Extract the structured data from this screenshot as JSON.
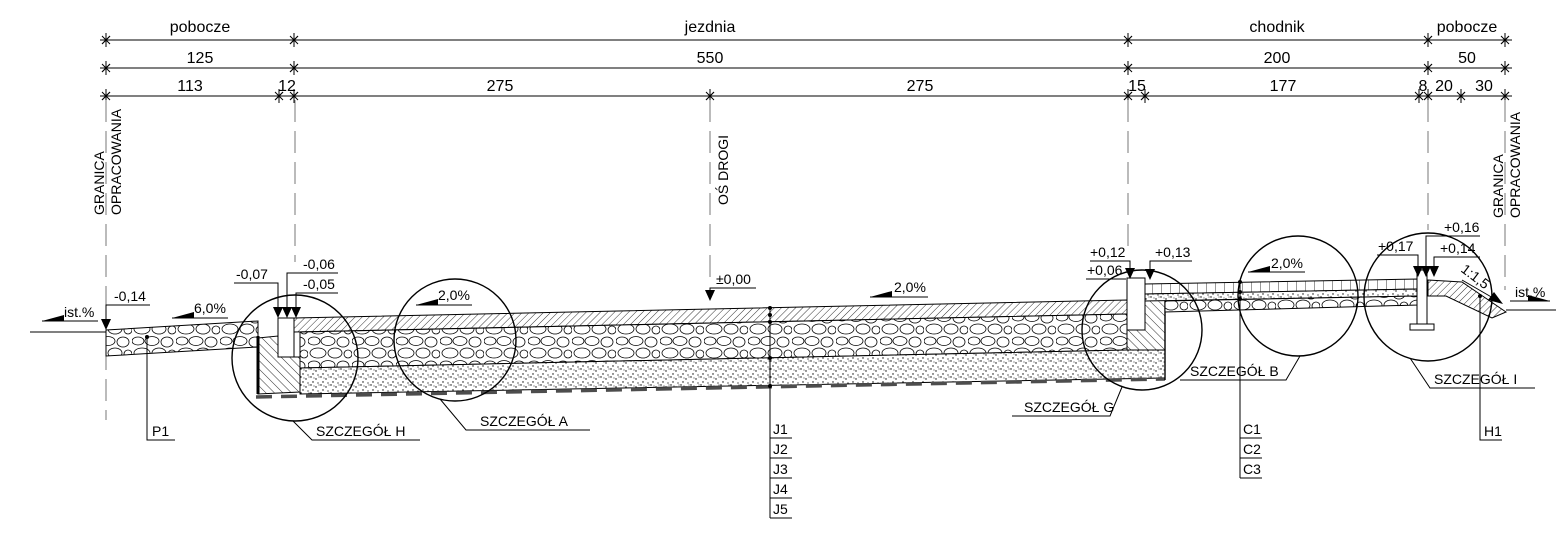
{
  "colors": {
    "lines": "#000000",
    "axis_dashes": "#777777",
    "geotextile": "#4d4d4d"
  },
  "sections": [
    "pobocze",
    "jezdnia",
    "chodnik",
    "pobocze"
  ],
  "dims_total": [
    "125",
    "550",
    "200",
    "50"
  ],
  "dims_detail": [
    "113",
    "12",
    "275",
    "275",
    "15",
    "177",
    "8",
    "20",
    "30"
  ],
  "boundary_left": [
    "GRANICA",
    "OPRACOWANIA"
  ],
  "axis_label": "OŚ DROGI",
  "boundary_right": [
    "GRANICA",
    "OPRACOWANIA"
  ],
  "elevations": [
    "-0,14",
    "-0,07",
    "-0,06",
    "-0,05",
    "±0,00",
    "+0,12",
    "+0,06",
    "+0,13",
    "+0,17",
    "+0,16",
    "+0,14"
  ],
  "slopes": [
    "ist.%",
    "6,0%",
    "2,0%",
    "2,0%",
    "2,0%",
    "1:1,5",
    "ist.%"
  ],
  "details": [
    "SZCZEGÓŁ H",
    "SZCZEGÓŁ A",
    "SZCZEGÓŁ G",
    "SZCZEGÓŁ B",
    "SZCZEGÓŁ I"
  ],
  "layers_shoulder_left": [
    "P1"
  ],
  "layers_road": [
    "J1",
    "J2",
    "J3",
    "J4",
    "J5"
  ],
  "layers_sidewalk": [
    "C1",
    "C2",
    "C3"
  ],
  "layers_shoulder_right": [
    "H1"
  ]
}
